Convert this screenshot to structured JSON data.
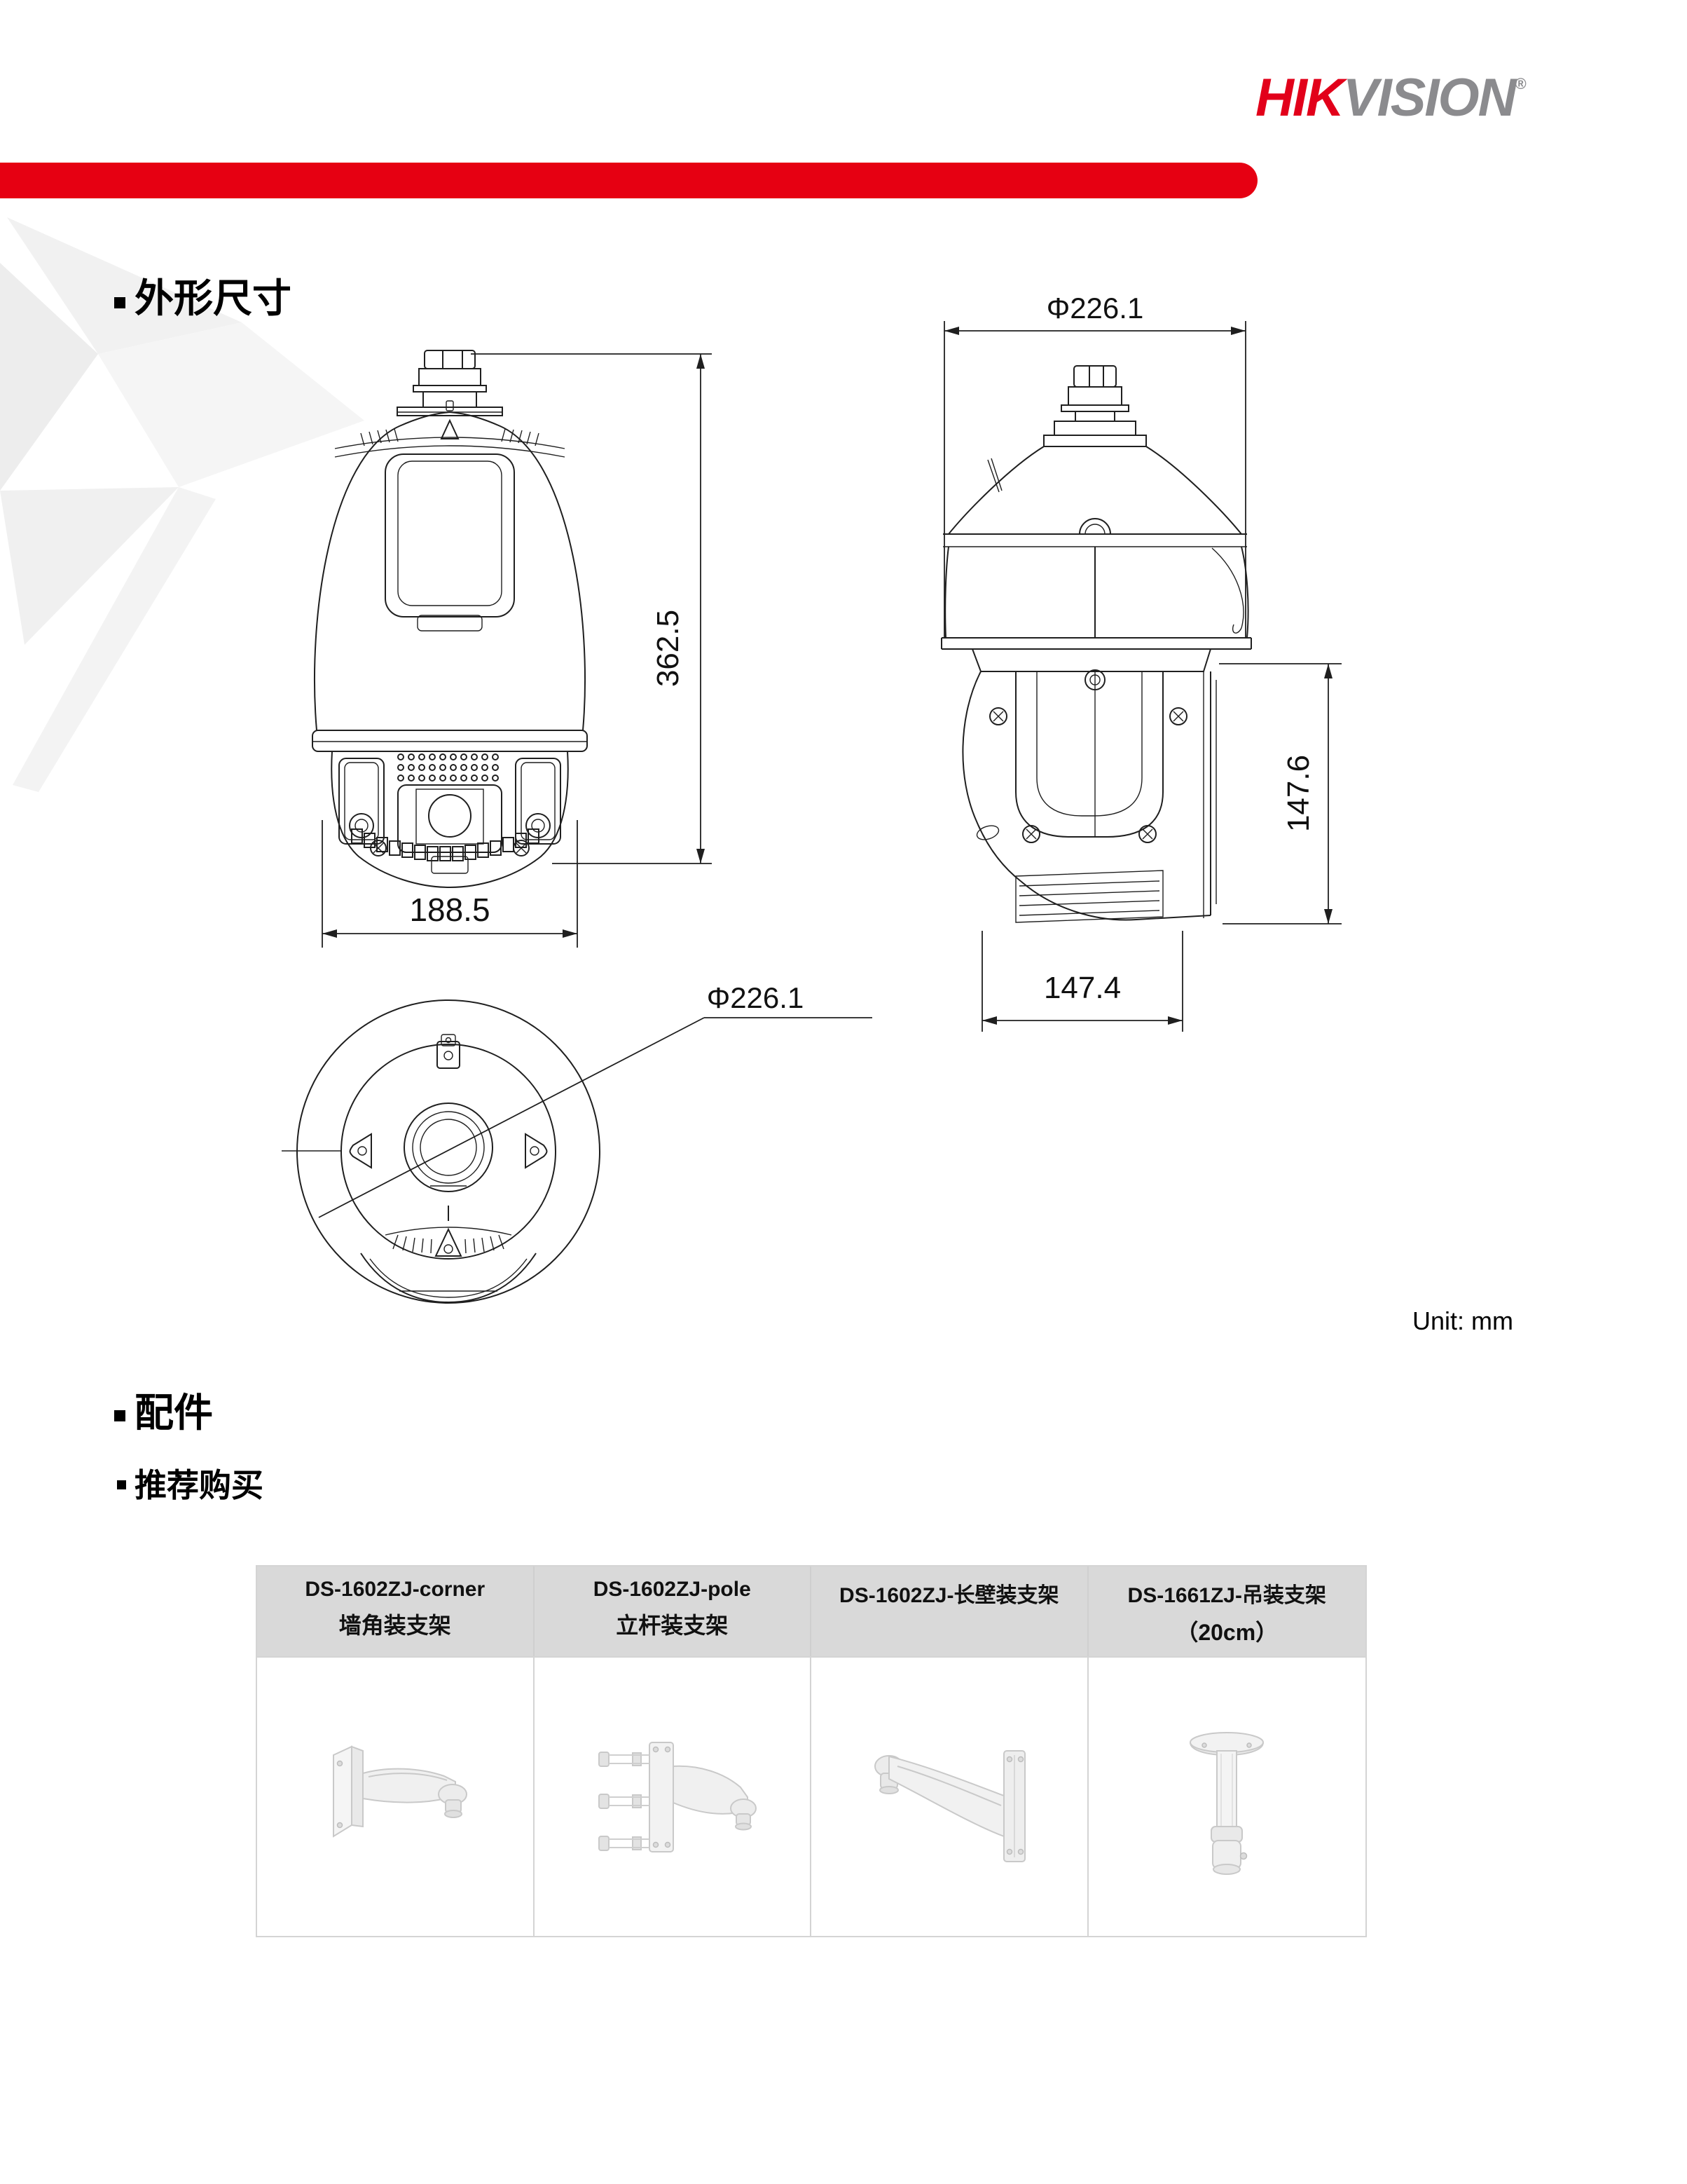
{
  "header": {
    "logo": {
      "hik": "HIK",
      "vision": "VISION",
      "registered": "®"
    },
    "bar_color": "#e60012"
  },
  "sections": {
    "dimensions_title": "外形尺寸",
    "accessories_title": "配件",
    "recommended_title": "推荐购买"
  },
  "drawings": {
    "front_view": {
      "height_label": "362.5",
      "width_label": "188.5"
    },
    "side_view": {
      "diameter_label": "Φ226.1",
      "head_height_label": "147.6",
      "head_width_label": "147.4"
    },
    "bottom_view": {
      "diameter_label": "Φ226.1"
    },
    "unit_note": "Unit: mm"
  },
  "accessories_table": {
    "header_bg": "#d9d9d9",
    "border_color": "#d4d4d4",
    "columns": [
      {
        "model": "DS-1602ZJ-corner",
        "name": "墙角装支架",
        "image": "corner-mount-bracket"
      },
      {
        "model": "DS-1602ZJ-pole",
        "name": "立杆装支架",
        "image": "pole-mount-bracket"
      },
      {
        "model": "DS-1602ZJ-长壁装支架",
        "name": "",
        "image": "wall-mount-bracket"
      },
      {
        "model": "DS-1661ZJ-吊装支架",
        "name": "（20cm）",
        "image": "pendant-mount-bracket"
      }
    ]
  }
}
